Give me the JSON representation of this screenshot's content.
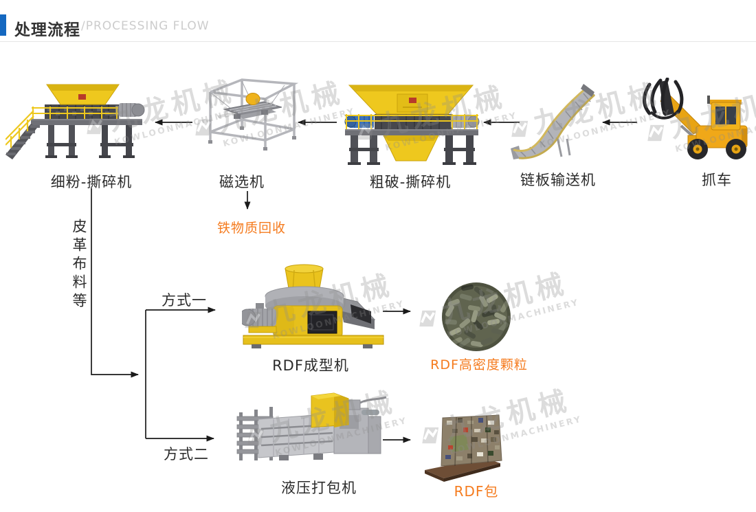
{
  "header": {
    "title": "处理流程",
    "subtitle": "/PROCESSING FLOW"
  },
  "watermark": {
    "cn": "九龙机械",
    "en": "KOWLOONMACHINERY"
  },
  "labels": {
    "fine_shredder": "细粉-撕碎机",
    "magnetic_separator": "磁选机",
    "coarse_shredder": "粗破-撕碎机",
    "chain_conveyor": "链板输送机",
    "grab_loader": "抓车",
    "iron_recovery": "铁物质回收",
    "side_material": "皮革布料等",
    "method1": "方式一",
    "method2": "方式二",
    "rdf_machine": "RDF成型机",
    "rdf_pellets": "RDF高密度颗粒",
    "baler": "液压打包机",
    "rdf_bale": "RDF包"
  },
  "flow": {
    "main_sequence": [
      "grab_loader",
      "chain_conveyor",
      "coarse_shredder",
      "magnetic_separator",
      "fine_shredder"
    ],
    "magnetic_separator_output": "iron_recovery",
    "fine_shredder_output_material": "side_material",
    "branches": [
      {
        "method": "method1",
        "machine": "rdf_machine",
        "result": "rdf_pellets"
      },
      {
        "method": "method2",
        "machine": "baler",
        "result": "rdf_bale"
      }
    ]
  },
  "colors": {
    "accent_blue": "#1568c0",
    "highlight_orange": "#f57b1e",
    "label_text": "#2b2b2b",
    "subtitle_gray": "#cccccc",
    "machine_yellow": "#eac31d",
    "arrow_black": "#1a1a1a",
    "watermark_gray": "#8d8d8d"
  }
}
